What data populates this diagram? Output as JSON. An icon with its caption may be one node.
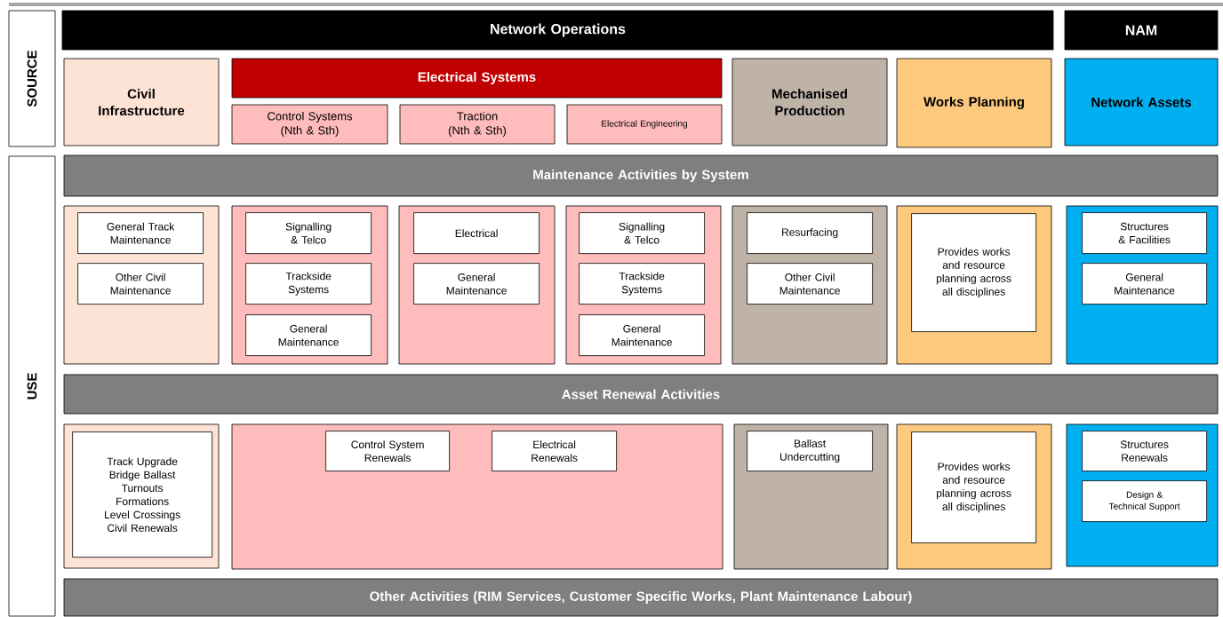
{
  "diagram": {
    "nodes": [
      {
        "text": [
          "SOURCE"
        ]
      },
      {
        "text": [
          "USE"
        ]
      },
      {
        "text": [
          "Network Operations"
        ]
      },
      {
        "text": [
          "NAM"
        ]
      },
      {
        "text": [
          "Civil Infrastructure"
        ]
      },
      {
        "text": [
          "Electrical Systems"
        ]
      },
      {
        "text": [
          "Control Systems (Nth & Sth)"
        ]
      },
      {
        "text": [
          "Traction (Nth & Sth)"
        ]
      },
      {
        "text": [
          "Electrical Engineering"
        ]
      },
      {
        "text": [
          "Mechanised Production"
        ]
      },
      {
        "text": [
          "Works Planning"
        ]
      },
      {
        "text": [
          "Network Assets"
        ]
      },
      {
        "text": [
          "Maintenance Activities by System"
        ]
      },
      {
        "text": [],
        "shape": "box"
      },
      {
        "text": [
          "General Track Maintenance"
        ],
        "in": 13
      },
      {
        "text": [
          "Other Civil Maintenance"
        ],
        "in": 13
      },
      {
        "text": [],
        "shape": "box"
      },
      {
        "text": [
          "Signalling & Telco"
        ],
        "in": 16
      },
      {
        "text": [
          "Trackside Systems"
        ],
        "in": 16
      },
      {
        "text": [
          "General Maintenance"
        ],
        "in": 16
      },
      {
        "text": [],
        "shape": "box"
      },
      {
        "text": [
          "Electrical"
        ],
        "in": 20
      },
      {
        "text": [
          "General Maintenance"
        ],
        "in": 20
      },
      {
        "text": [],
        "shape": "box"
      },
      {
        "text": [
          "Signalling & Telco"
        ],
        "in": 23
      },
      {
        "text": [
          "Trackside Systems"
        ],
        "in": 23
      },
      {
        "text": [
          "General Maintenance"
        ],
        "in": 23
      },
      {
        "text": [],
        "shape": "box"
      },
      {
        "text": [
          "Resurfacing"
        ],
        "in": 27
      },
      {
        "text": [
          "Other Civil Maintenance"
        ],
        "in": 27
      },
      {
        "text": [],
        "shape": "box"
      },
      {
        "text": [
          "Provides works and resource planning across all disciplines"
        ],
        "in": 30
      },
      {
        "text": [],
        "shape": "box"
      },
      {
        "text": [
          "Structures & Facilities"
        ],
        "in": 32
      },
      {
        "text": [
          "General Maintenance"
        ],
        "in": 32
      },
      {
        "text": [
          "Asset Renewal Activities"
        ]
      },
      {
        "text": [],
        "shape": "box"
      },
      {
        "text": [
          "Track Upgrade",
          "Bridge Ballast",
          "Turnouts",
          "Formations",
          "Level Crossings",
          "Civil Renewals"
        ],
        "in": 36
      },
      {
        "text": [],
        "shape": "box"
      },
      {
        "text": [
          "Control System Renewals"
        ],
        "in": 38
      },
      {
        "text": [
          "Electrical Renewals"
        ],
        "in": 38
      },
      {
        "text": [],
        "shape": "box"
      },
      {
        "text": [
          "Ballast Undercutting"
        ],
        "in": 41
      },
      {
        "text": [],
        "shape": "box"
      },
      {
        "text": [
          "Provides works and resource planning across all disciplines"
        ],
        "in": 43
      },
      {
        "text": [],
        "shape": "box"
      },
      {
        "text": [
          "Structures Renewals"
        ],
        "in": 45
      },
      {
        "text": [
          "Design & Technical Support"
        ],
        "in": 45
      },
      {
        "text": [
          "Other Activities (RIM Services, Customer Specific Works, Plant Maintenance Labour)"
        ]
      }
    ]
  }
}
